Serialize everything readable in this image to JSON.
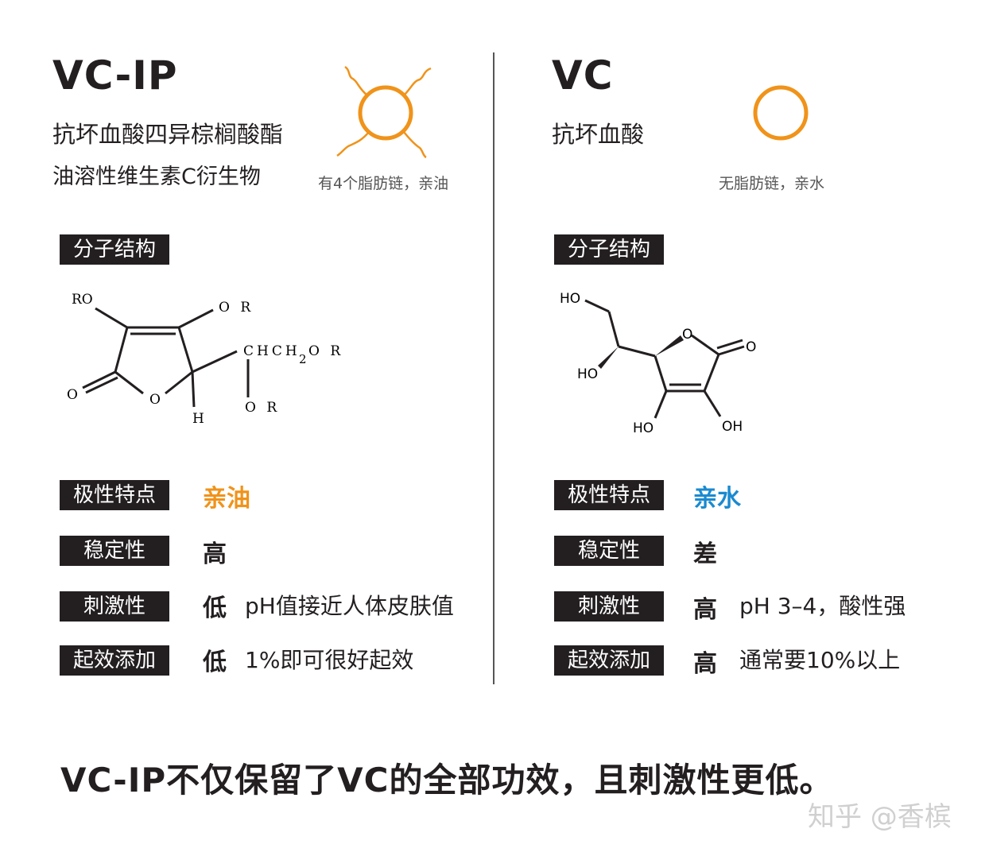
{
  "left": {
    "title": "VC-IP",
    "subtitle1": "抗坏血酸四异棕榈酸酯",
    "subtitle2": "油溶性维生素C衍生物",
    "icon_caption": "有4个脂肪链，亲油",
    "structure_label": "分子结构",
    "structure_atoms": {
      "ro": "RO",
      "or_top": "O R",
      "chain": "CHCH",
      "chain_sub": "2",
      "chain_end": "O R",
      "o_ring": "O",
      "o_carbonyl": "O",
      "h": "H",
      "or_bottom": "O R"
    },
    "rows": [
      {
        "label": "极性特点",
        "value": "亲油",
        "note": ""
      },
      {
        "label": "稳定性",
        "value": "高",
        "note": ""
      },
      {
        "label": "刺激性",
        "value": "低",
        "note": "pH值接近人体皮肤值"
      },
      {
        "label": "起效添加",
        "value": "低",
        "note": "1%即可很好起效"
      }
    ]
  },
  "right": {
    "title": "VC",
    "subtitle1": "抗坏血酸",
    "icon_caption": "无脂肪链，亲水",
    "structure_label": "分子结构",
    "structure_atoms": {
      "ho_top": "HO",
      "ho_left": "HO",
      "o_ring": "O",
      "o_carbonyl": "O",
      "ho_bottom": "HO",
      "oh_bottom": "OH"
    },
    "rows": [
      {
        "label": "极性特点",
        "value": "亲水",
        "note": ""
      },
      {
        "label": "稳定性",
        "value": "差",
        "note": ""
      },
      {
        "label": "刺激性",
        "value": "高",
        "note": "pH 3–4，酸性强"
      },
      {
        "label": "起效添加",
        "value": "高",
        "note": "通常要10%以上"
      }
    ]
  },
  "bottom_text": "VC-IP不仅保留了VC的全部功效，且刺激性更低。",
  "watermark": "知乎 @香槟",
  "colors": {
    "accent_orange": "#f0931a",
    "accent_blue": "#1a8ad0",
    "label_bg": "#231f20",
    "text": "#231f20"
  }
}
